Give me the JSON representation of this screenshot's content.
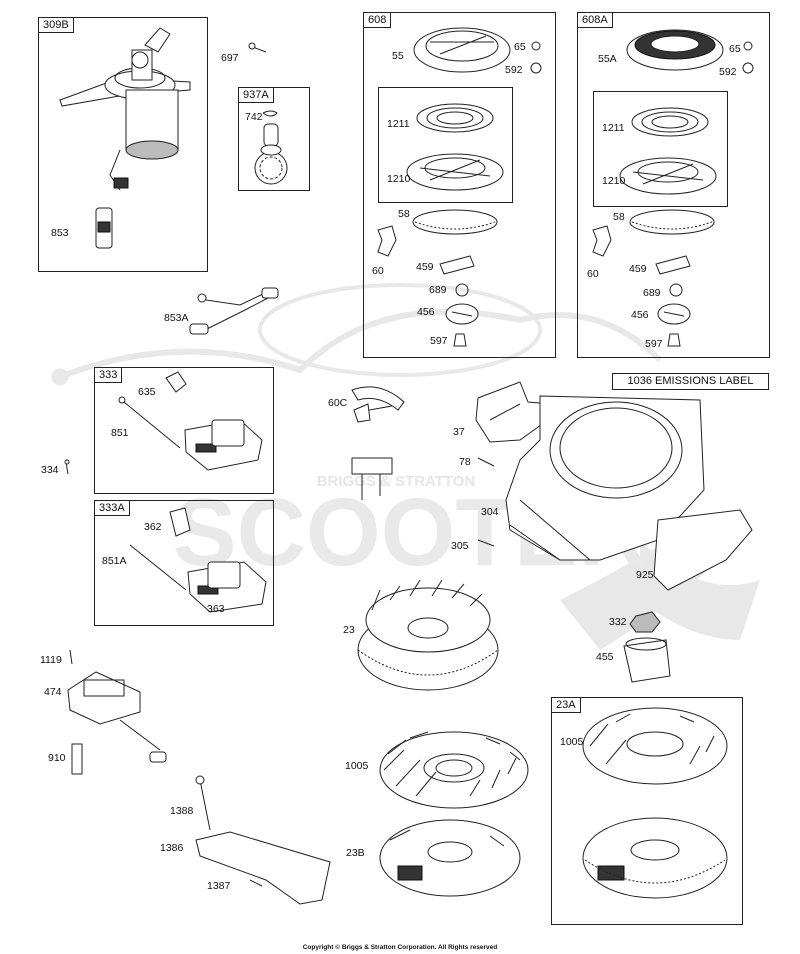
{
  "brand_color": "#1a1a1a",
  "watermark_color": "#e8e8e8",
  "watermark": {
    "small": "BRIGGS & STRATTON",
    "big": "SCOOTER"
  },
  "boxes": {
    "b309B": "309B",
    "b937A": "937A",
    "b608": "608",
    "b608A": "608A",
    "b333": "333",
    "b333A": "333A",
    "b23A": "23A"
  },
  "emissions_label": "1036 EMISSIONS LABEL",
  "labels": {
    "l697": "697",
    "l853": "853",
    "l742": "742",
    "l853A": "853A",
    "l55": "55",
    "l65a": "65",
    "l592a": "592",
    "l1211a": "1211",
    "l1210a": "1210",
    "l58a": "58",
    "l60a": "60",
    "l459a": "459",
    "l689a": "689",
    "l456a": "456",
    "l597a": "597",
    "l55A": "55A",
    "l65b": "65",
    "l592b": "592",
    "l1211b": "1211",
    "l1210b": "1210",
    "l58b": "58",
    "l60b": "60",
    "l459b": "459",
    "l689b": "689",
    "l456b": "456",
    "l597b": "597",
    "l635": "635",
    "l851": "851",
    "l334": "334",
    "l362": "362",
    "l851A": "851A",
    "l363": "363",
    "l60C": "60C",
    "l37": "37",
    "l78": "78",
    "l304": "304",
    "l305": "305",
    "l925": "925",
    "l23": "23",
    "l332": "332",
    "l455": "455",
    "l1119": "1119",
    "l474": "474",
    "l910": "910",
    "l1005a": "1005",
    "l1005b": "1005",
    "l1388": "1388",
    "l1386": "1386",
    "l23B": "23B",
    "l1387": "1387"
  },
  "copyright": "Copyright © Briggs & Stratton Corporation. All Rights reserved"
}
